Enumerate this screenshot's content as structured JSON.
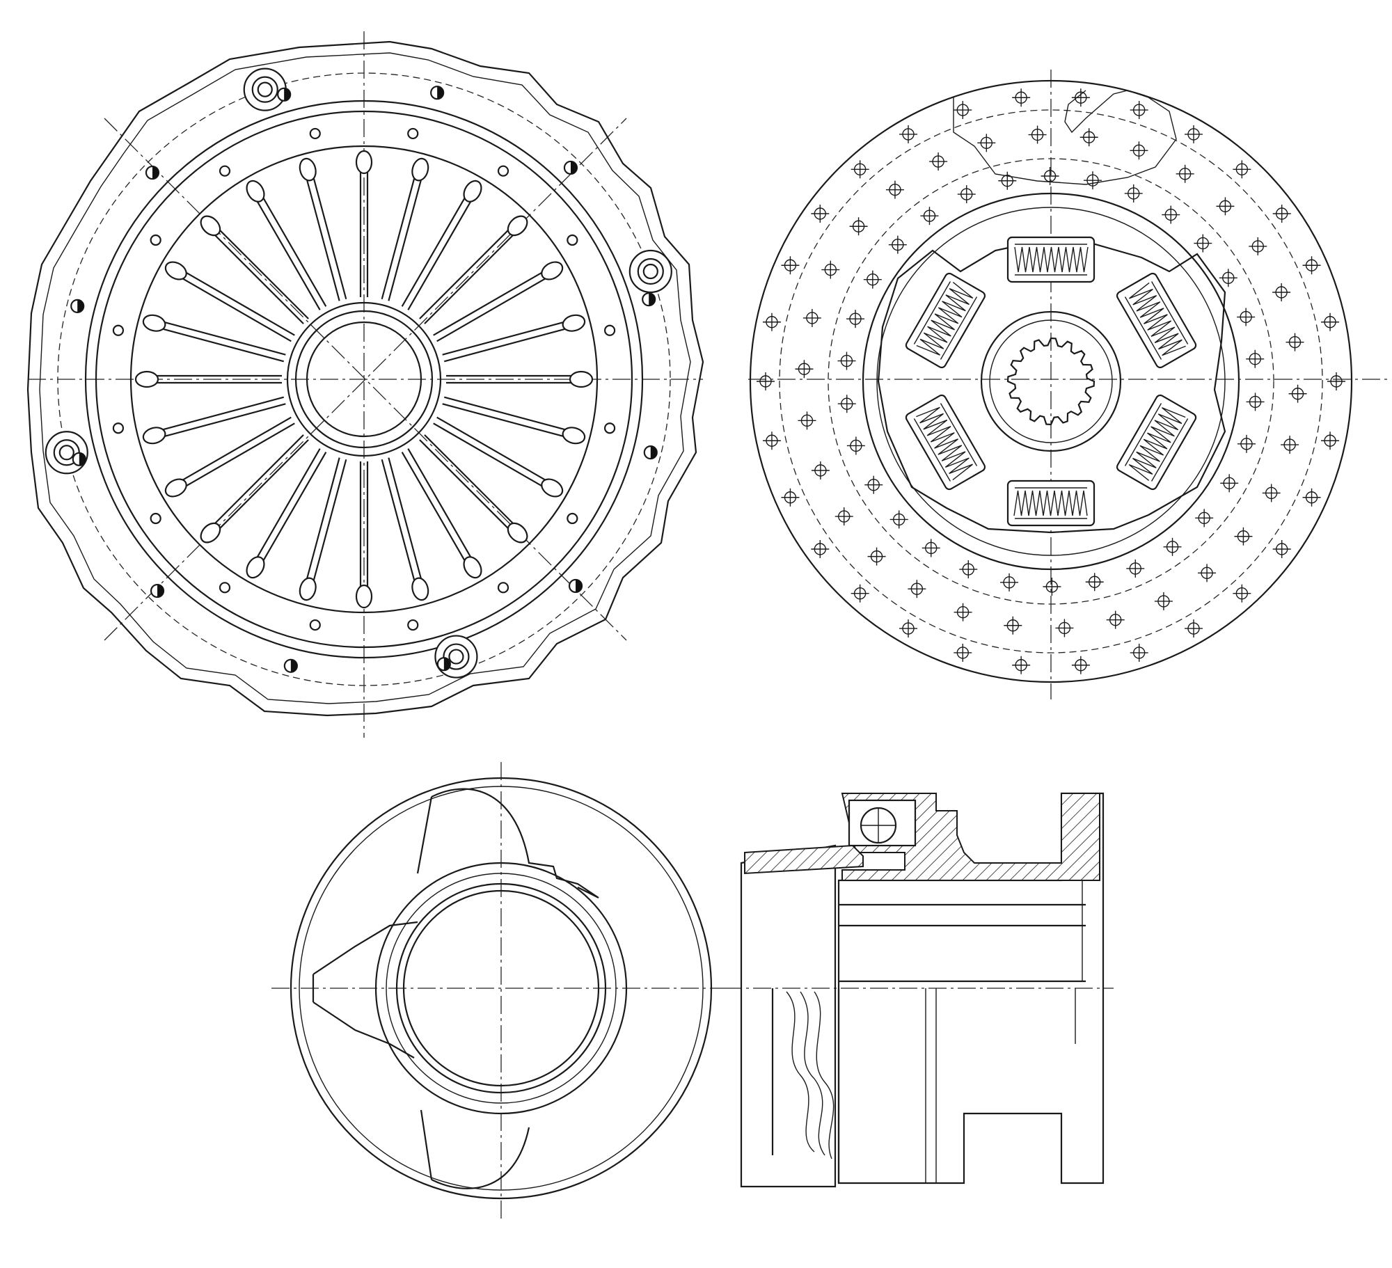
{
  "drawing": {
    "views": [
      {
        "id": "pressure-plate-front-view",
        "icon": "clutch-pressure-plate-icon"
      },
      {
        "id": "clutch-disc-front-view",
        "icon": "clutch-disc-icon"
      },
      {
        "id": "release-bearing-front-view",
        "icon": "release-bearing-icon"
      },
      {
        "id": "release-bearing-section-view",
        "icon": "release-bearing-section-icon"
      }
    ],
    "pressure_plate": {
      "diaphragm_fingers": 24,
      "cover_holes": 16,
      "mounting_bosses": 4
    },
    "clutch_disc": {
      "damper_springs": 6,
      "spline_teeth": 16,
      "friction_rivet_rows": 3
    },
    "colors": {
      "line": "#1a1a1a",
      "background": "#ffffff"
    }
  }
}
